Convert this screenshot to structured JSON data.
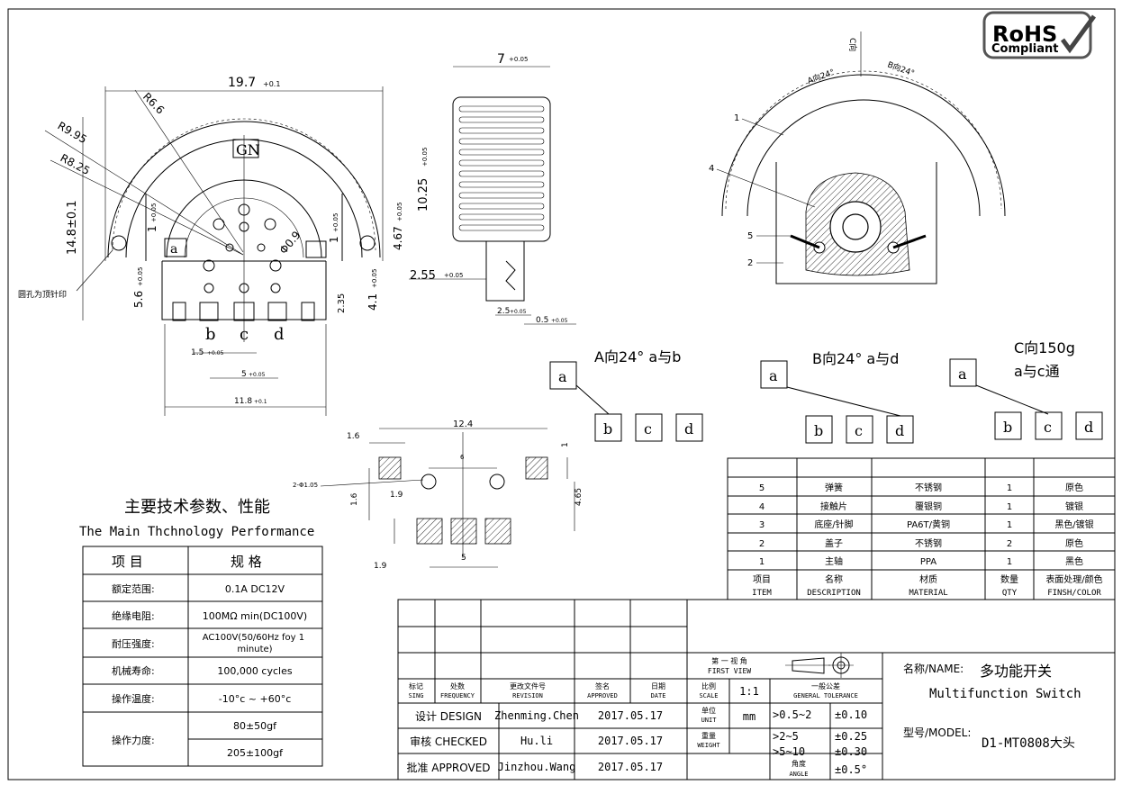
{
  "rohs": {
    "line1": "RoHS",
    "line2": "Compliant"
  },
  "views": {
    "front": {
      "dims": {
        "width": "19.7",
        "width_tol": "+0.1",
        "r66": "R6.6",
        "r995": "R9.95",
        "r825": "R8.25",
        "h148": "14.8±0.1",
        "v1": "1",
        "v1_tol": "+0.05",
        "v56": "5.6",
        "v56_tol": "+0.05",
        "d09": "Φ0.9",
        "v1b": "1",
        "v1b_tol": "+0.05",
        "v467": "4.67",
        "v467_tol": "+0.05",
        "v235": "2.35",
        "v41": "4.1",
        "v41_tol": "+0.05",
        "h15": "1.5",
        "h15_tol": "+0.05",
        "h5": "5",
        "h5_tol": "+0.05",
        "h118": "11.8",
        "h118_tol": "+0.1"
      },
      "gn_label": "GN",
      "a_label": "a",
      "pin_b": "b",
      "pin_c": "c",
      "pin_d": "d",
      "hole_note": "圆孔为顶针印"
    },
    "side": {
      "dims": {
        "w7": "7",
        "w7_tol": "+0.05",
        "h1025": "10.25",
        "h1025_tol": "+0.05",
        "d255": "2.55",
        "d255_tol": "+0.05",
        "d25": "2.5",
        "d25_tol": "+0.05",
        "d05": "0.5",
        "d05_tol": "+0.05"
      }
    },
    "iso": {
      "dir_c": "C向",
      "dir_a": "A向24°",
      "dir_b": "B向24°",
      "callouts": [
        "1",
        "4",
        "5",
        "2"
      ]
    }
  },
  "switch_logic": {
    "a": {
      "title": "A向24° a与b",
      "labels": [
        "a",
        "b",
        "c",
        "d"
      ]
    },
    "b": {
      "title": "B向24° a与d",
      "labels": [
        "a",
        "b",
        "c",
        "d"
      ]
    },
    "c": {
      "title1": "C向150g",
      "title2": "a与c通",
      "labels": [
        "a",
        "b",
        "c",
        "d"
      ]
    }
  },
  "footprint": {
    "w124": "12.4",
    "d16a": "1.6",
    "d1": "1",
    "holes": "2-Φ1.05",
    "d19a": "1.9",
    "d16b": "1.6",
    "d465": "4.65",
    "d6": "6",
    "d19b": "1.9",
    "d5": "5"
  },
  "performance": {
    "title_cn": "主要技术参数、性能",
    "title_en": "The Main Thchnology Performance",
    "header": [
      "项 目",
      "规 格"
    ],
    "rows": [
      {
        "item": "额定范围:",
        "spec": "0.1A DC12V"
      },
      {
        "item": "绝缘电阻:",
        "spec": "100MΩ min(DC100V)"
      },
      {
        "item": "耐压强度:",
        "spec": "AC100V(50/60Hz foy 1 minute)"
      },
      {
        "item": "机械寿命:",
        "spec": "100,000 cycles"
      },
      {
        "item": "操作温度:",
        "spec": "-10°c ~ +60°c"
      },
      {
        "item": "操作力度:",
        "spec": "80±50gf",
        "spec2": "205±100gf"
      }
    ]
  },
  "bom": {
    "rows": [
      {
        "item": "5",
        "desc": "弹簧",
        "material": "不锈钢",
        "qty": "1",
        "finish": "原色"
      },
      {
        "item": "4",
        "desc": "接触片",
        "material": "覆银铜",
        "qty": "1",
        "finish": "镀银"
      },
      {
        "item": "3",
        "desc": "底座/针脚",
        "material": "PA6T/黄铜",
        "qty": "1",
        "finish": "黑色/镀银"
      },
      {
        "item": "2",
        "desc": "盖子",
        "material": "不锈钢",
        "qty": "2",
        "finish": "原色"
      },
      {
        "item": "1",
        "desc": "主轴",
        "material": "PPA",
        "qty": "1",
        "finish": "黑色"
      }
    ],
    "header": {
      "item_cn": "项目",
      "item_en": "ITEM",
      "desc_cn": "名称",
      "desc_en": "DESCRIPTION",
      "mat_cn": "材质",
      "mat_en": "MATERIAL",
      "qty_cn": "数量",
      "qty_en": "QTY",
      "fin_cn": "表面处理/颜色",
      "fin_en": "FINSH/COLOR"
    }
  },
  "title_block": {
    "rev_headers": {
      "sign_cn": "标记",
      "sign_en": "SING",
      "freq_cn": "处数",
      "freq_en": "FREQUENCY",
      "rev_cn": "更改文件号",
      "rev_en": "REVISION",
      "appr_cn": "签名",
      "appr_en": "APPROVED",
      "date_cn": "日期",
      "date_en": "DATE"
    },
    "design_label": "设计 DESIGN",
    "design_name": "Zhenming.Chen",
    "design_date": "2017.05.17",
    "checked_label": "审核 CHECKED",
    "checked_name": "Hu.li",
    "checked_date": "2017.05.17",
    "approved_label": "批准 APPROVED",
    "approved_name": "Jinzhou.Wang",
    "approved_date": "2017.05.17",
    "view_cn": "第 一 视 角",
    "view_en": "FIRST VIEW",
    "scale_cn": "比例",
    "scale_en": "SCALE",
    "scale": "1:1",
    "tol_cn": "一般公差",
    "tol_en": "GENERAL TOLERANCE",
    "unit_cn": "单位",
    "unit_en": "UNIT",
    "unit": "mm",
    "weight_cn": "重量",
    "weight_en": "WEIGHT",
    "angle_cn": "角度",
    "angle_en": "ANGLE",
    "tolerances": [
      {
        "range": ">0.5~2",
        "tol": "±0.10"
      },
      {
        "range": ">2~5",
        "tol": "±0.25"
      },
      {
        "range": ">5~10",
        "tol": "±0.30"
      }
    ],
    "angle_tol": "±0.5°",
    "name_label": "名称/NAME:",
    "name_cn": "多功能开关",
    "name_en": "Multifunction Switch",
    "model_label": "型号/MODEL:",
    "model": "D1-MT0808大头"
  }
}
